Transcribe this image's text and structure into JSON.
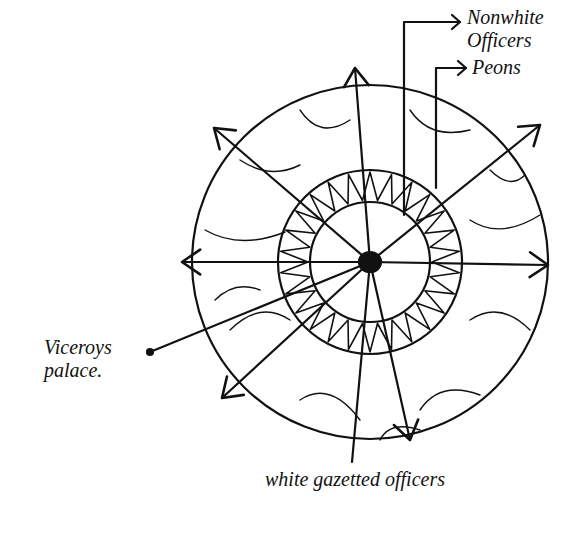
{
  "diagram": {
    "labels": [
      "Nonwhite Officers",
      "Peons",
      "Viceroys palace.",
      "white gazetted officers"
    ]
  }
}
